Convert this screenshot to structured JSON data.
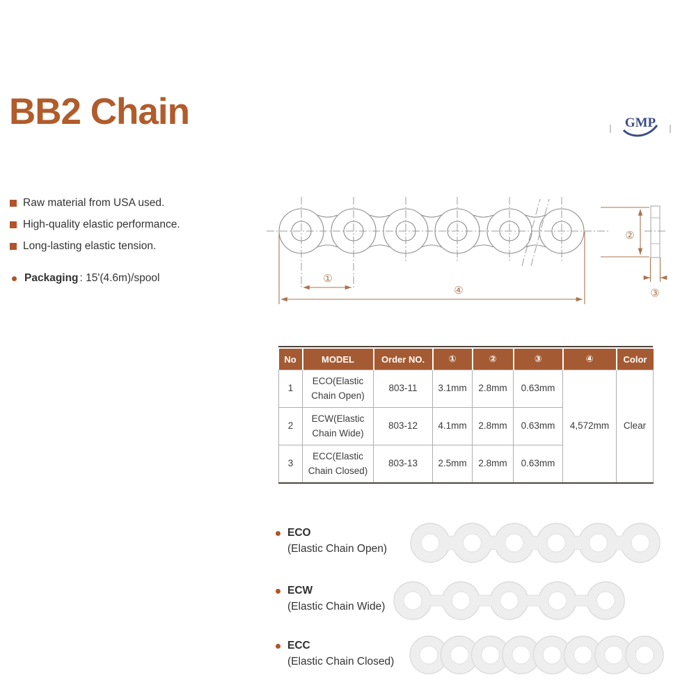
{
  "page": {
    "title": "BB2 Chain"
  },
  "logo": {
    "text": "GMP"
  },
  "features": [
    "Raw material from USA used.",
    "High-quality elastic performance.",
    "Long-lasting elastic tension."
  ],
  "packaging": {
    "label": "Packaging",
    "rest": " : 15'(4.6m)/spool"
  },
  "diagram": {
    "dim1": "①",
    "dim2": "②",
    "dim3": "③",
    "dim4": "④"
  },
  "table": {
    "headers": [
      "No",
      "MODEL",
      "Order NO.",
      "①",
      "②",
      "③",
      "④",
      "Color"
    ],
    "rows": [
      {
        "no": "1",
        "model": "ECO(Elastic Chain Open)",
        "order": "803-11",
        "d1": "3.1mm",
        "d2": "2.8mm",
        "d3": "0.63mm"
      },
      {
        "no": "2",
        "model": "ECW(Elastic Chain Wide)",
        "order": "803-12",
        "d1": "4.1mm",
        "d2": "2.8mm",
        "d3": "0.63mm"
      },
      {
        "no": "3",
        "model": "ECC(Elastic Chain Closed)",
        "order": "803-13",
        "d1": "2.5mm",
        "d2": "2.8mm",
        "d3": "0.63mm"
      }
    ],
    "merged": {
      "d4": "4,572mm",
      "color": "Clear"
    }
  },
  "products": [
    {
      "code": "ECO",
      "name": "(Elastic Chain Open)",
      "links": 6,
      "r": 28,
      "hole": 13,
      "cx0": 63,
      "spacing": 60.4,
      "neck_w": 20,
      "neck_h": 19
    },
    {
      "code": "ECW",
      "name": "(Elastic Chain Wide)",
      "links": 5,
      "r": 27,
      "hole": 13,
      "cx0": 38,
      "spacing": 69.3,
      "neck_w": 46,
      "neck_h": 15
    },
    {
      "code": "ECC",
      "name": "(Elastic Chain Closed)",
      "links": 8,
      "r": 27,
      "hole": 13,
      "cx0": 61,
      "spacing": 44.3,
      "neck_w": 0,
      "neck_h": 0
    }
  ],
  "colors": {
    "accent": "#b15c2b",
    "header_bg": "#a45a32",
    "dimension": "#ab744e",
    "bullet": "#b2532c",
    "logo_navy": "#3b4d85",
    "text": "#3a3a3a"
  }
}
